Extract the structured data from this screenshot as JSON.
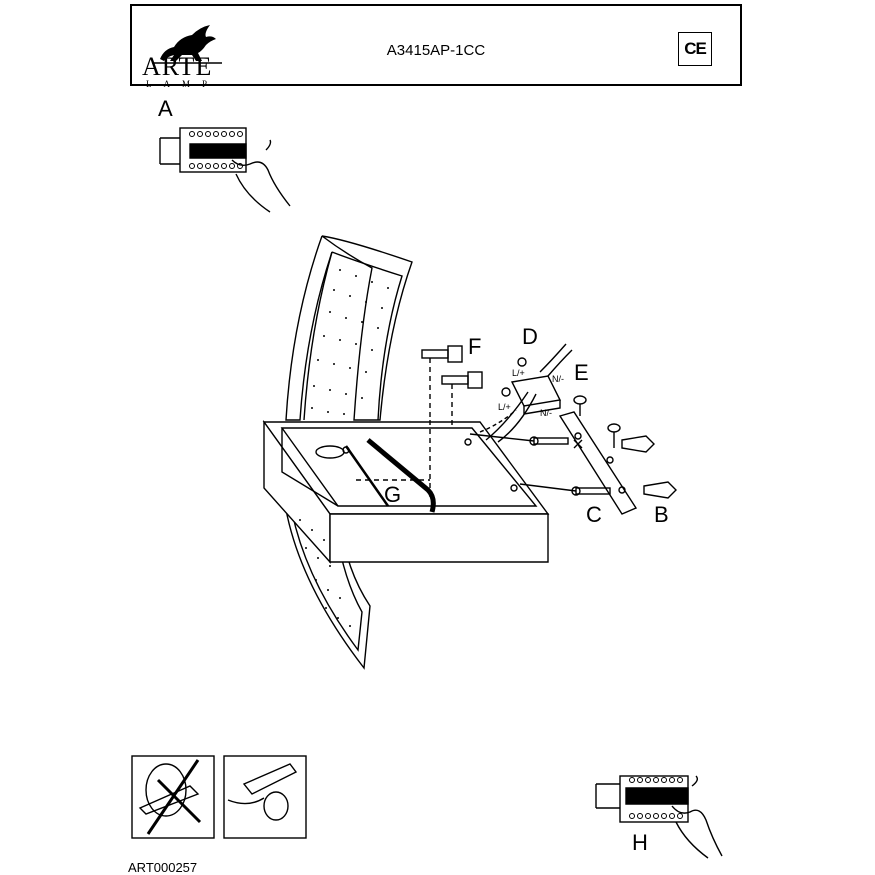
{
  "header": {
    "brand": "ARTE",
    "brand_sub": "LAMP",
    "model": "A3415AP-1CC",
    "certification_mark": "CE"
  },
  "labels": {
    "a": "A",
    "b": "B",
    "c": "C",
    "d": "D",
    "e": "E",
    "f": "F",
    "g": "G",
    "h": "H"
  },
  "wiring": {
    "live_top": "L/+",
    "neutral_top": "N/-",
    "live_bottom": "L/+",
    "neutral_bottom": "N/-"
  },
  "footer": {
    "code": "ART000257"
  }
}
